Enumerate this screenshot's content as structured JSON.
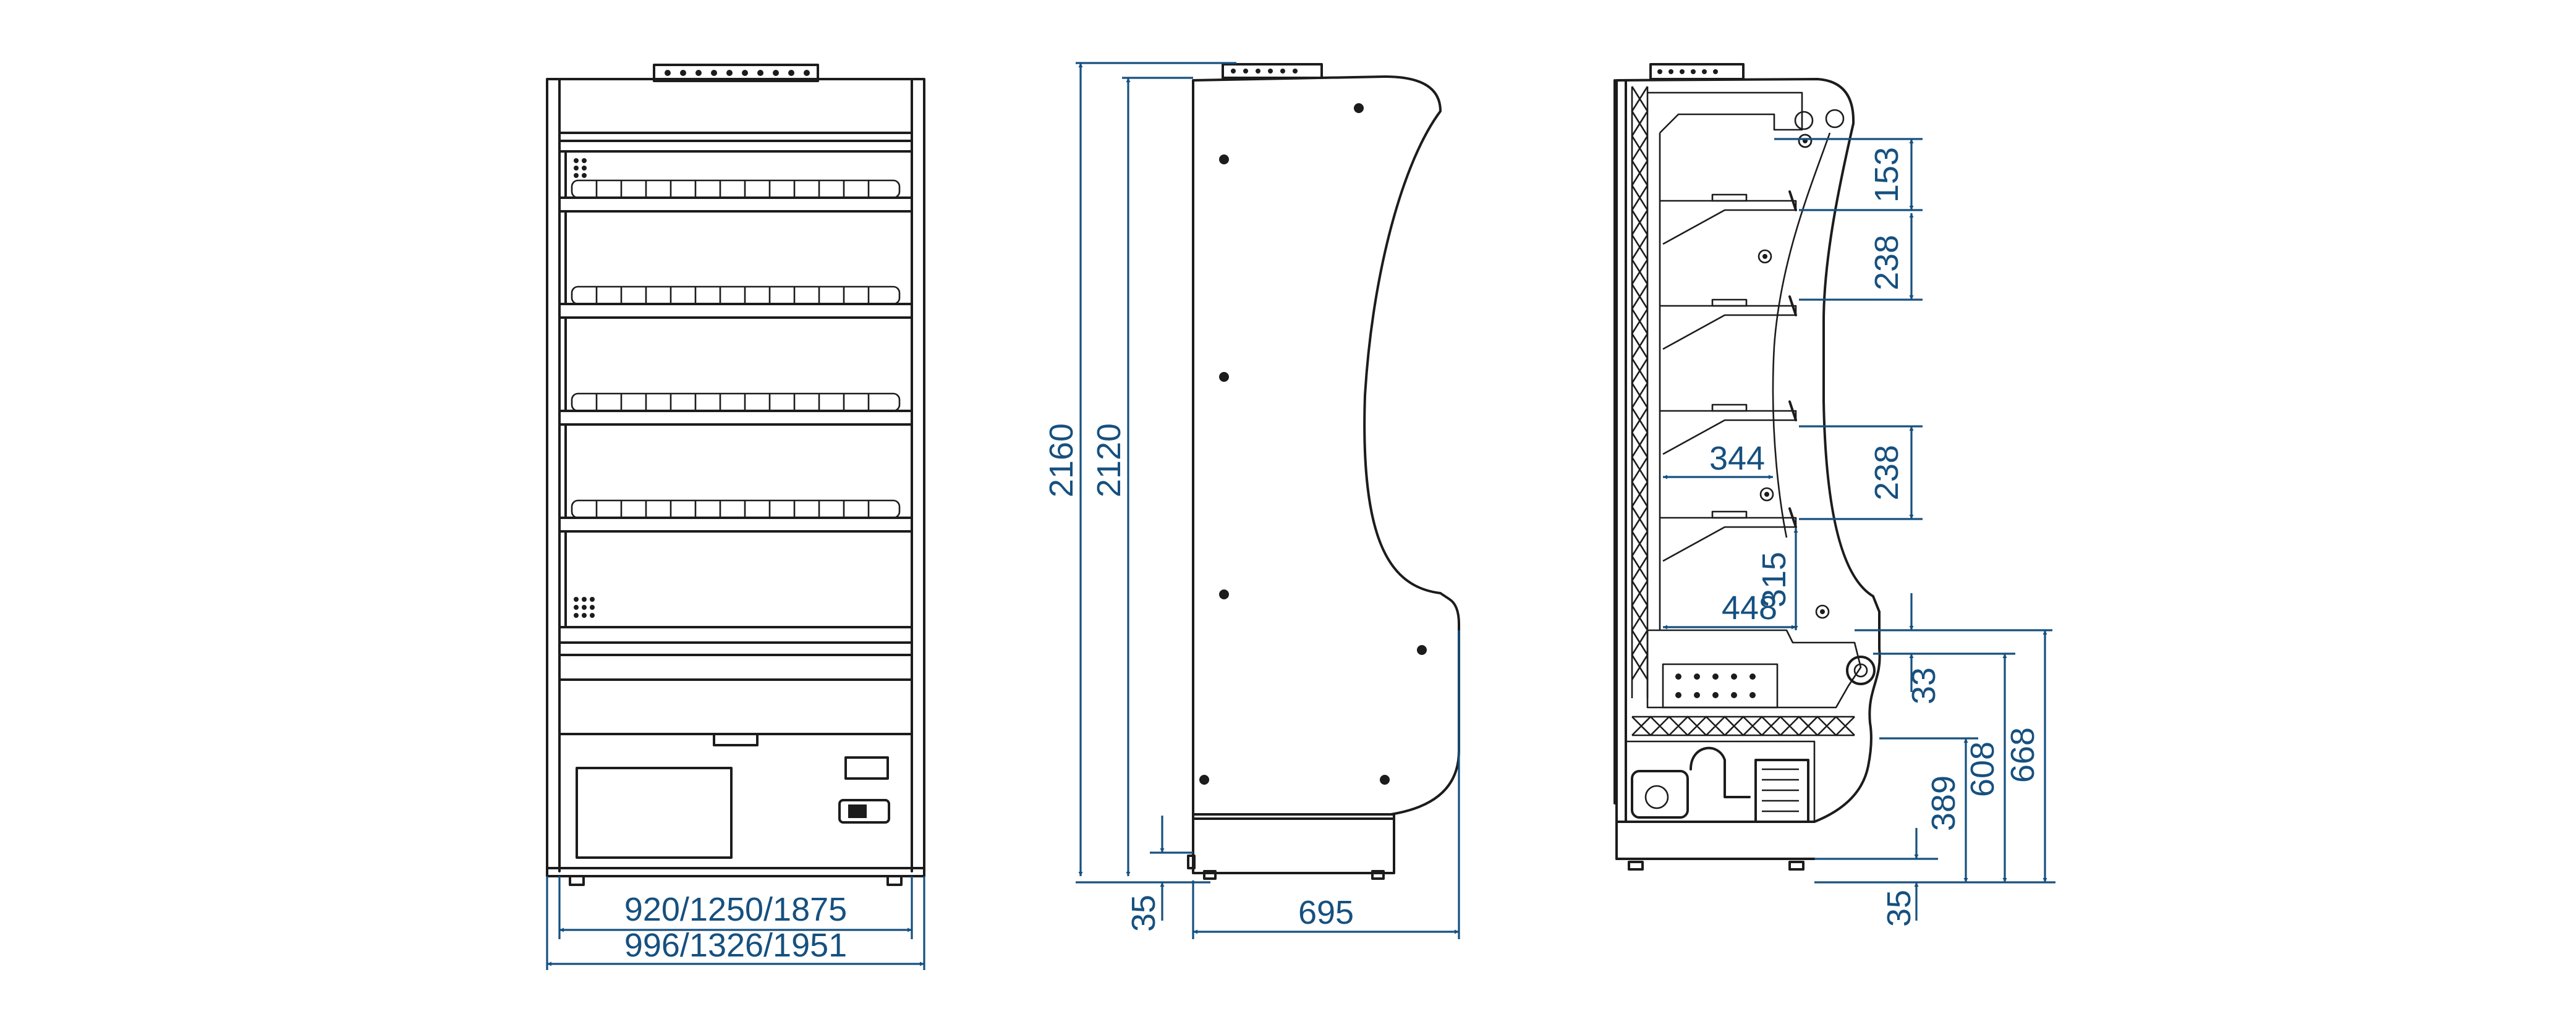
{
  "colors": {
    "dimension": "#16507f",
    "outline": "#1c1c1c",
    "background": "#ffffff"
  },
  "front_view": {
    "width_inner": "920/1250/1875",
    "width_outer": "996/1326/1951"
  },
  "side_view": {
    "height_total": "2160",
    "height_body": "2120",
    "foot_height": "35",
    "depth": "695"
  },
  "section_view": {
    "shelf_spacing_1": "153",
    "shelf_spacing_2": "238",
    "shelf_spacing_3": "238",
    "shelf_depth": "344",
    "base_depth": "448",
    "lower_gap": "315",
    "deck_height_small": "33",
    "deck_height_389": "389",
    "deck_height_608": "608",
    "deck_height_668": "668",
    "foot_height": "35"
  }
}
